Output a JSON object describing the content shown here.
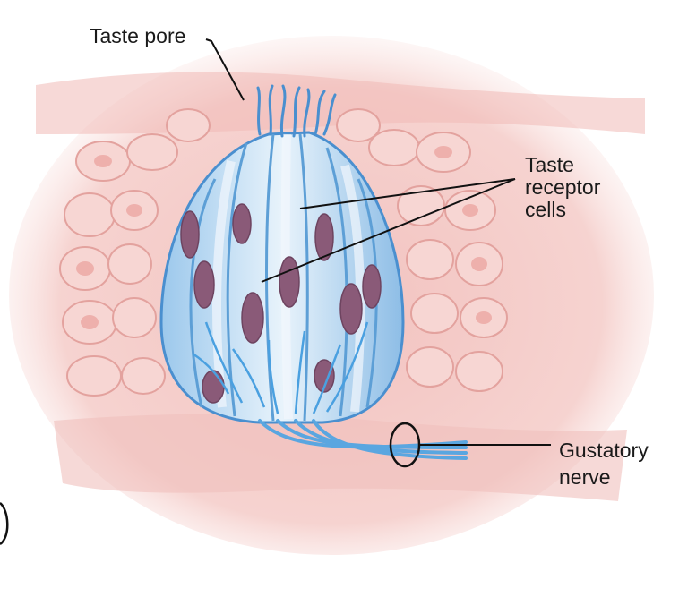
{
  "labels": {
    "taste_pore": "Taste pore",
    "taste_receptor_cells": "Taste\nreceptor\ncells",
    "gustatory_nerve": "Gustatory\nnerve"
  },
  "colors": {
    "tissue": "#f4c9c6",
    "tissue_dark": "#e7a9a6",
    "cell_outline": "#e6a7a3",
    "receptor_fill": "#d8ecf7",
    "receptor_edge": "#4a8fcf",
    "nerve": "#5aa6e0",
    "nucleus": "#8a5a78",
    "leader": "#111111"
  }
}
